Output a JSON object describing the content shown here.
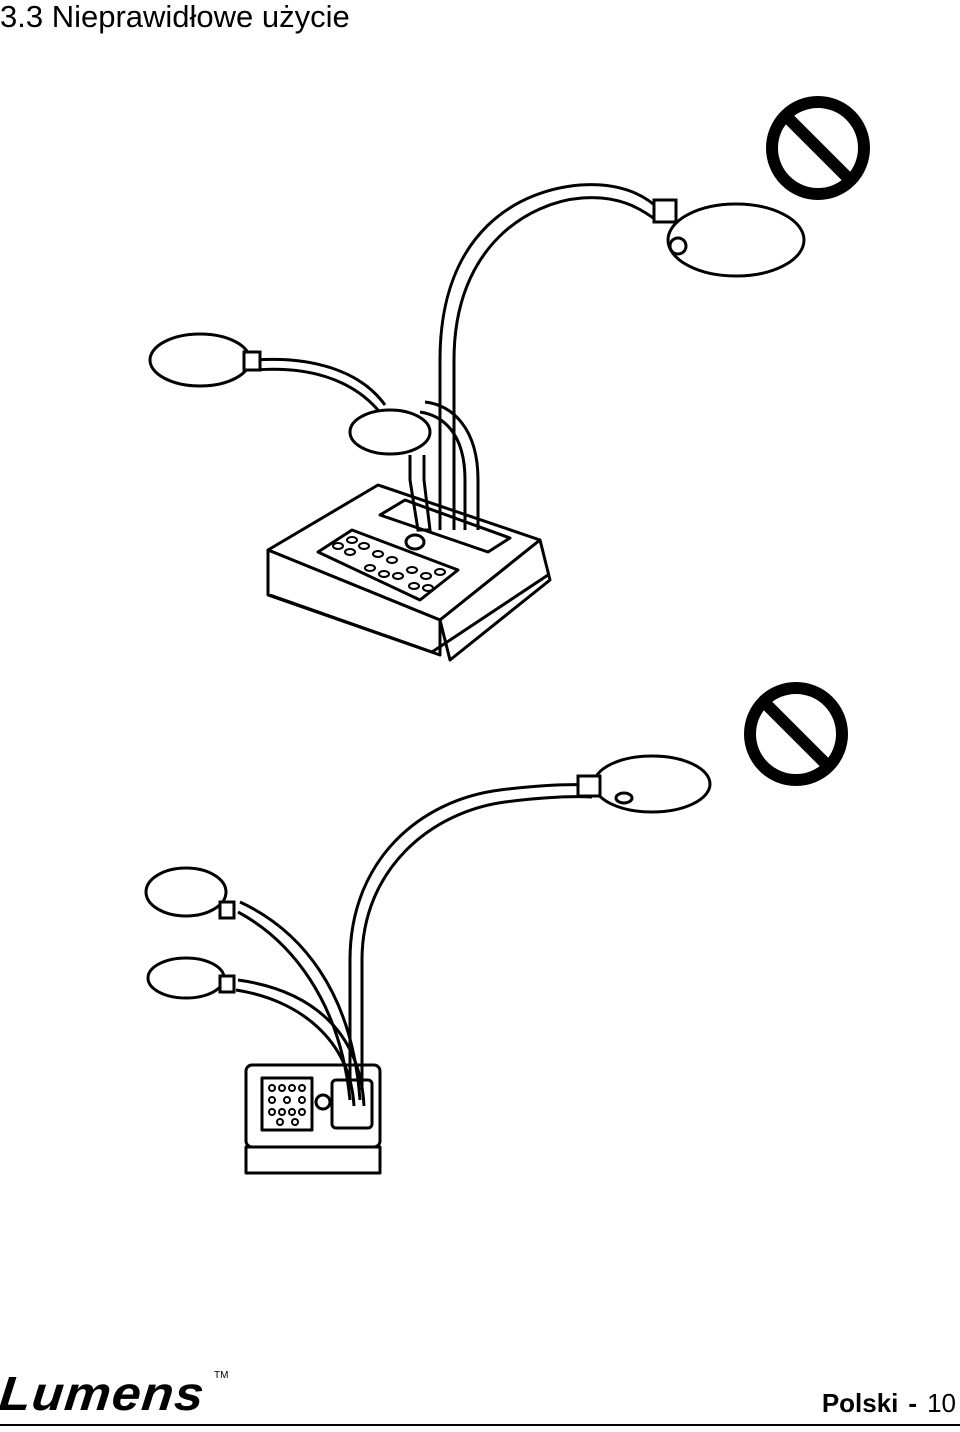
{
  "section": {
    "title": "3.3 Nieprawidłowe użycie"
  },
  "illustrations": {
    "top": {
      "icon": "prohibited-icon"
    },
    "bottom": {
      "icon": "prohibited-icon"
    }
  },
  "footer": {
    "logo_text": "Lumens",
    "trademark": "TM",
    "language": "Polski",
    "separator": "-",
    "page_number": "10"
  }
}
